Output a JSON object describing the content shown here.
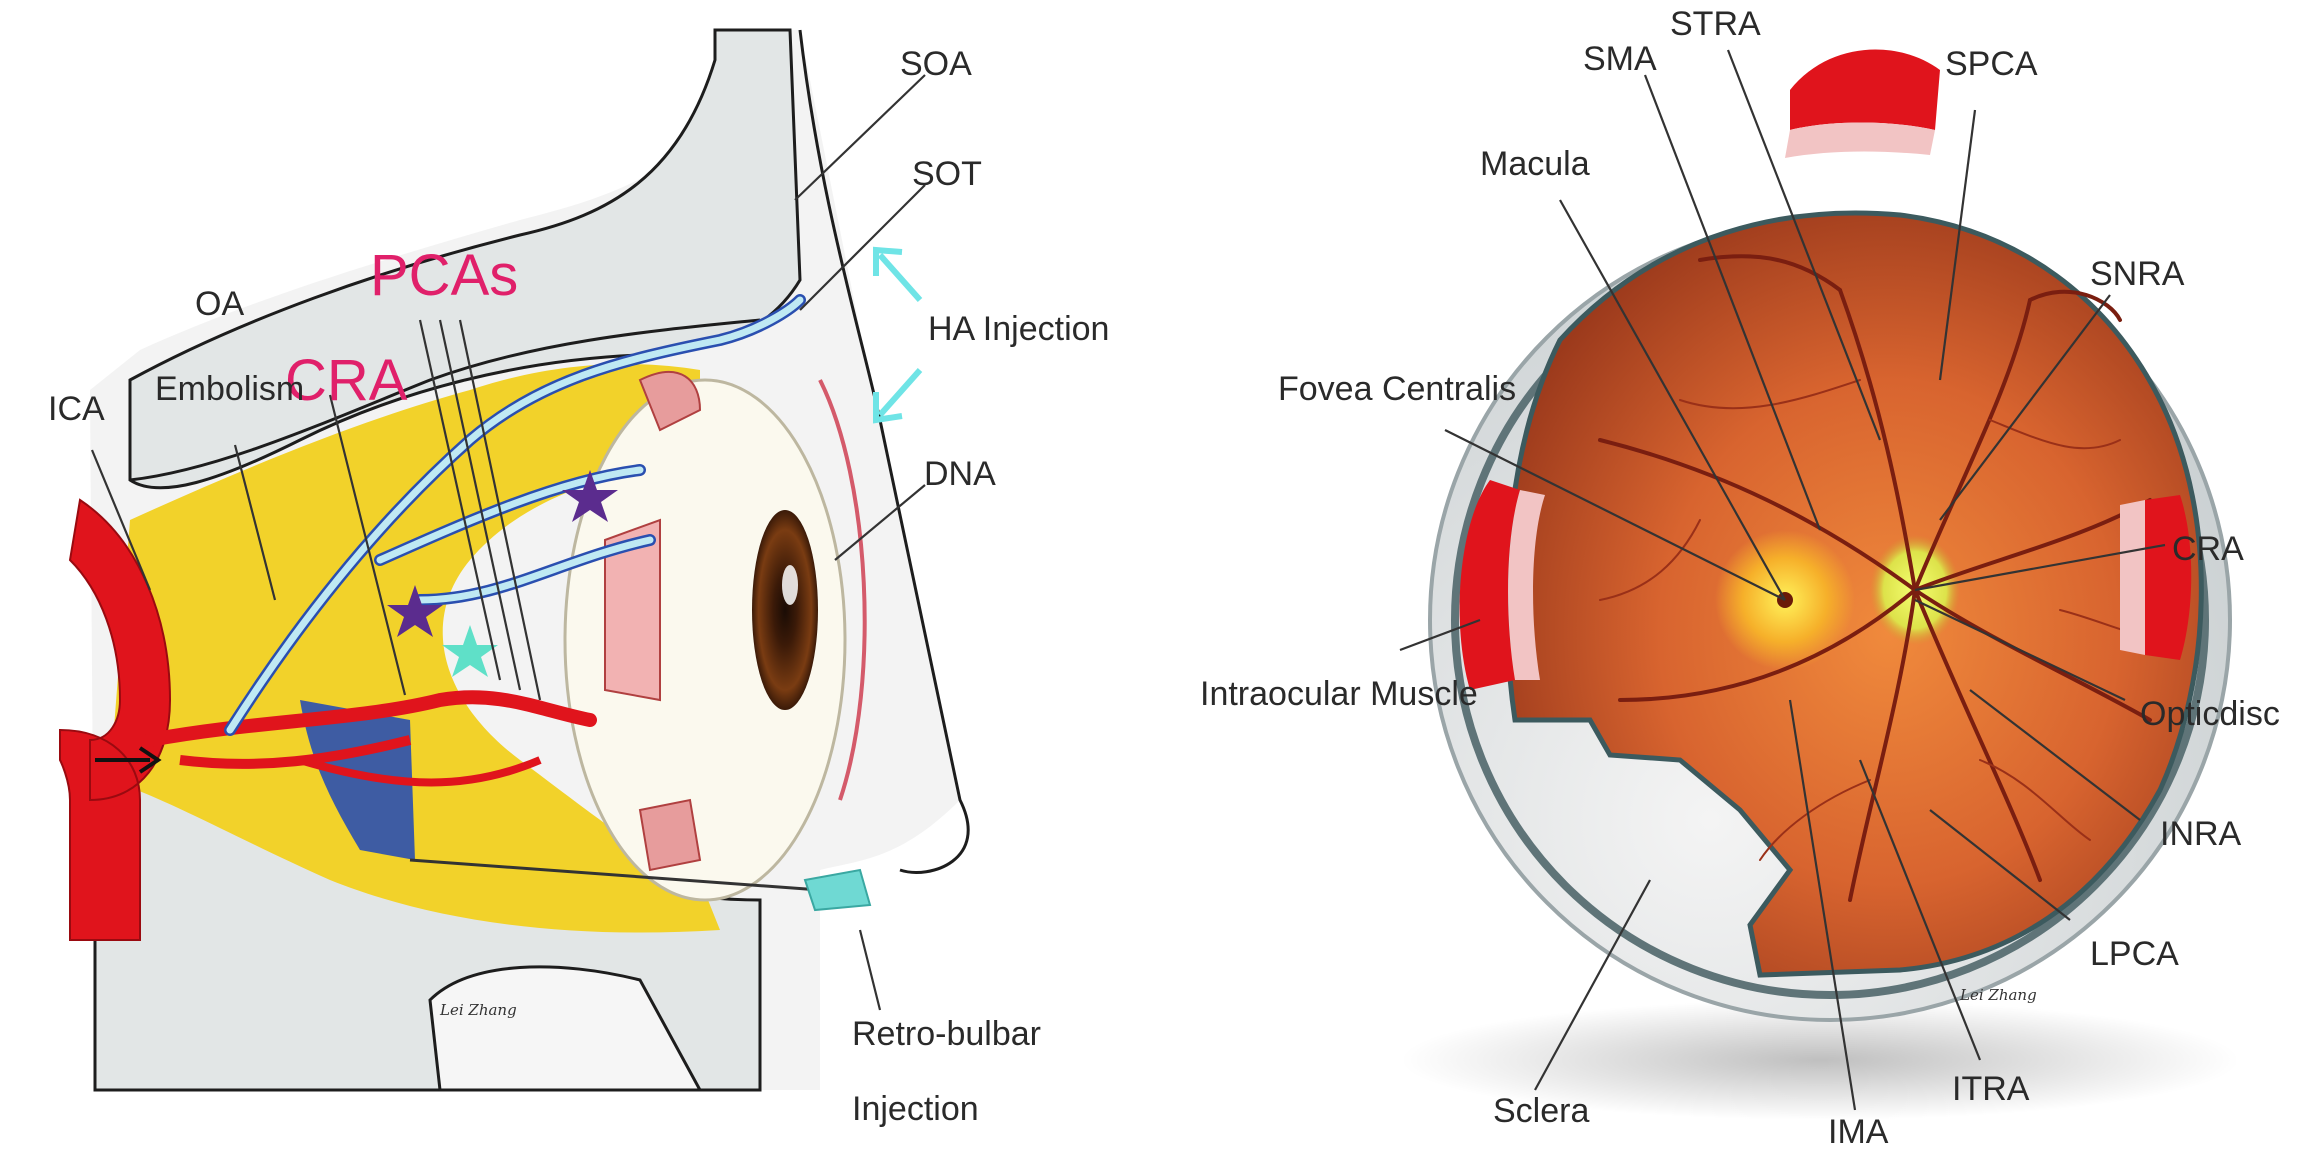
{
  "left_figure": {
    "labels": {
      "soa": "SOA",
      "sot": "SOT",
      "ha_injection": "HA  Injection",
      "dna": "DNA",
      "pcas": "PCAs",
      "cra": "CRA",
      "oa": "OA",
      "embolism": "Embolism",
      "ica": "ICA",
      "retro_bulbar_1": "Retro-bulbar",
      "retro_bulbar_2": "Injection"
    },
    "signature": "Lei Zhang"
  },
  "right_figure": {
    "labels": {
      "stra": "STRA",
      "sma": "SMA",
      "spca": "SPCA",
      "macula": "Macula",
      "snra": "SNRA",
      "fovea": "Fovea  Centralis",
      "cra": "CRA",
      "intraocular": "Intraocular  Muscle",
      "opticdisc": "Opticdisc",
      "inra": "INRA",
      "lpca": "LPCA",
      "sclera": "Sclera",
      "ima": "IMA",
      "itra": "ITRA"
    },
    "signature": "Lei Zhang"
  },
  "colors": {
    "artery": "#e0141c",
    "fat": "#f2d22a",
    "vessel_light": "#bfe9f3",
    "vessel_dark": "#2a4fb0",
    "star_purple": "#5b2c8e",
    "star_teal": "#5fe0c8",
    "needle": "#6fd9d3",
    "retina": "#c85a2c"
  }
}
